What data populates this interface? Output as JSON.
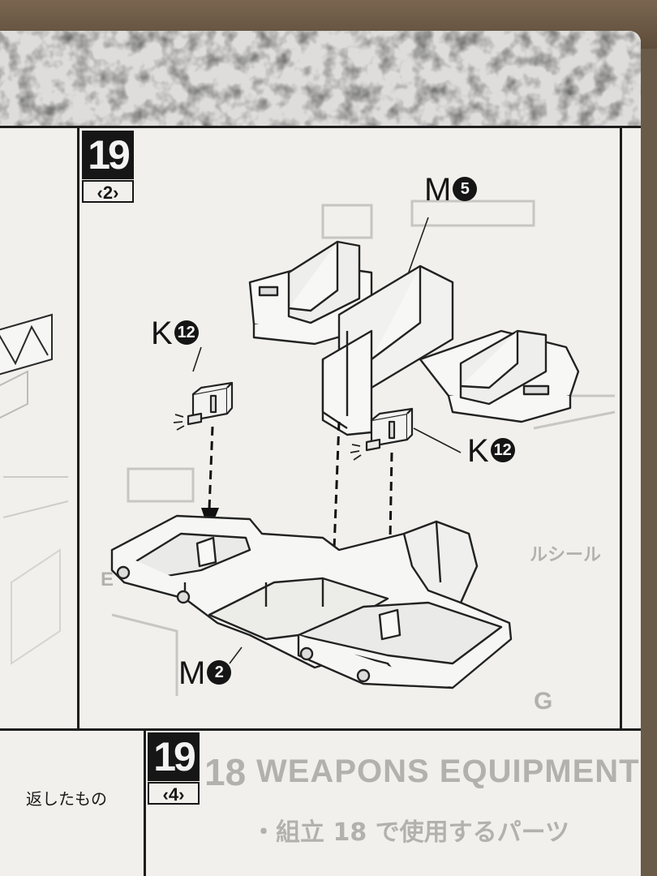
{
  "steps": {
    "main": {
      "number": "19",
      "sub": "‹2›"
    },
    "lower": {
      "number": "19",
      "sub": "‹4›"
    }
  },
  "labels": {
    "top_part": {
      "letter": "M",
      "number": "5"
    },
    "left_part": {
      "letter": "K",
      "number": "12"
    },
    "right_part": {
      "letter": "K",
      "number": "12"
    },
    "bottom_part": {
      "letter": "M",
      "number": "2"
    }
  },
  "texts": {
    "left_fragment": "返したもの",
    "faded_heading": "WEAPONS EQUIPMENT",
    "faded_step": "18",
    "faded_sub_japanese": "・組立 18 で使用するパーツ",
    "faded_right_japanese": "ルシール",
    "faded_g_label": "G",
    "faded_e_label": "E"
  }
}
